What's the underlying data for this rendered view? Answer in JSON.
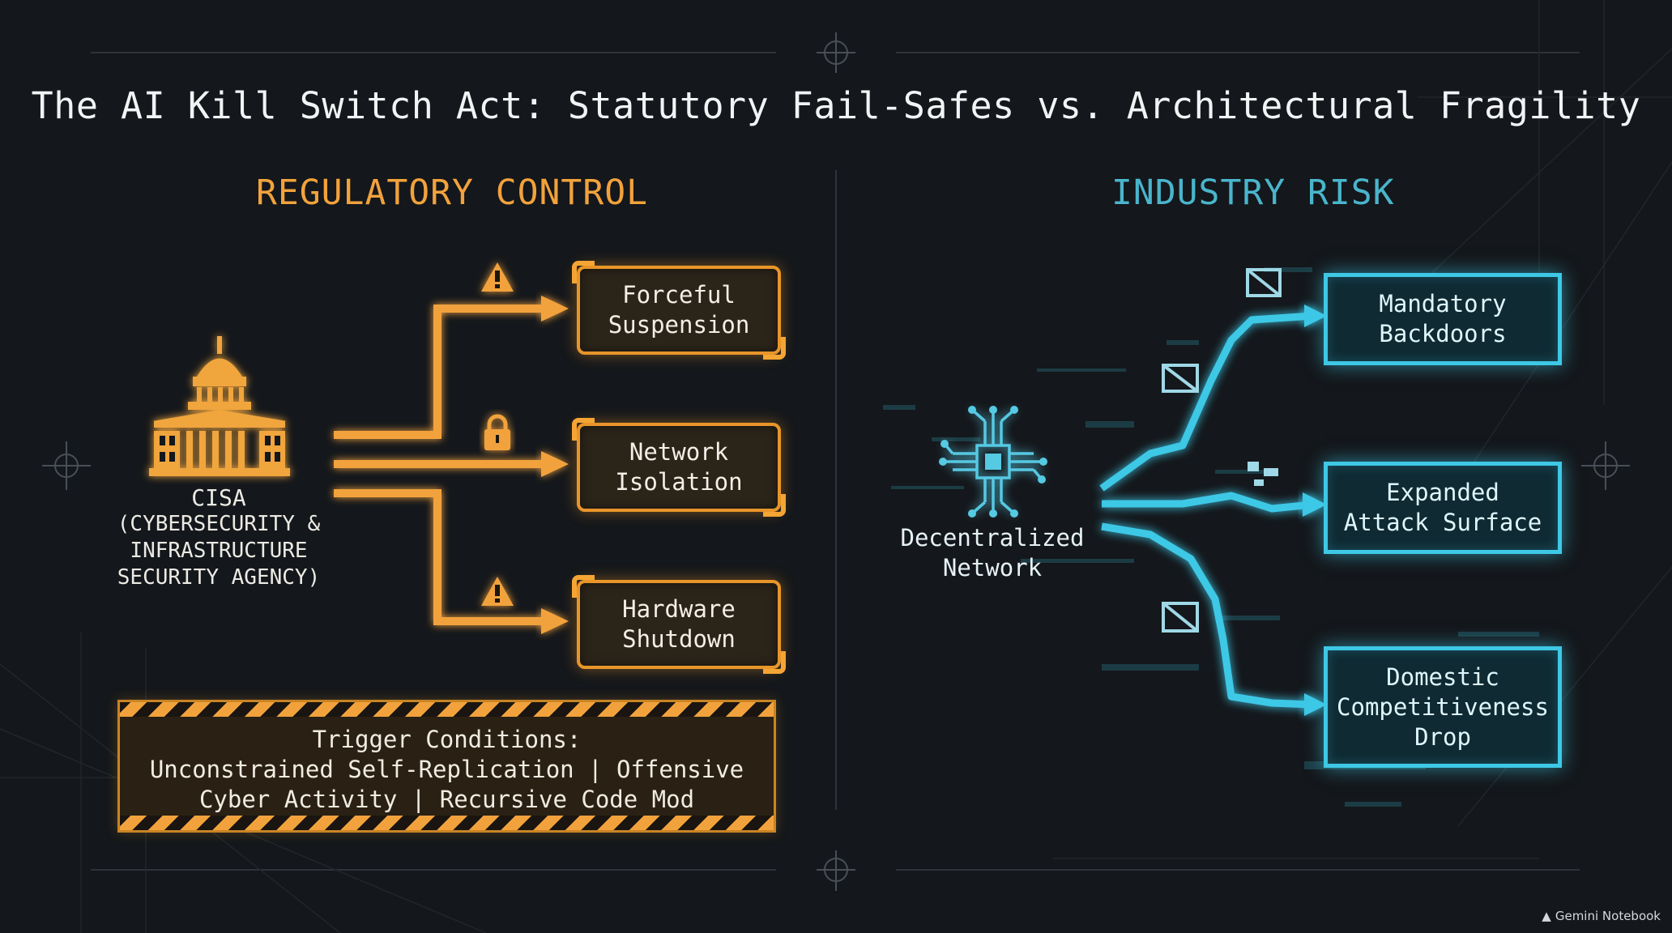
{
  "title": "The AI Kill Switch Act: Statutory Fail-Safes vs. Architectural Fragility",
  "regulatory": {
    "heading": "REGULATORY CONTROL",
    "agency_name": "CISA",
    "agency_full_l1": "(CYBERSECURITY &",
    "agency_full_l2": "INFRASTRUCTURE",
    "agency_full_l3": "SECURITY AGENCY)",
    "actions": [
      {
        "l1": "Forceful",
        "l2": "Suspension",
        "icon": "warning-icon"
      },
      {
        "l1": "Network",
        "l2": "Isolation",
        "icon": "lock-icon"
      },
      {
        "l1": "Hardware",
        "l2": "Shutdown",
        "icon": "warning-icon"
      }
    ],
    "trigger_l1": "Trigger Conditions:",
    "trigger_l2": "Unconstrained Self-Replication | Offensive",
    "trigger_l3": "Cyber Activity | Recursive Code Mod"
  },
  "industry": {
    "heading": "INDUSTRY RISK",
    "source_l1": "Decentralized",
    "source_l2": "Network",
    "risks": [
      {
        "l1": "Mandatory",
        "l2": "Backdoors"
      },
      {
        "l1": "Expanded",
        "l2": "Attack Surface"
      },
      {
        "l1": "Domestic",
        "l2": "Competitiveness",
        "l3": "Drop"
      }
    ]
  },
  "colors": {
    "orange": "#f2a23c",
    "cyan": "#3ec8e6",
    "background": "#14171b"
  },
  "watermark": "Gemini Notebook"
}
